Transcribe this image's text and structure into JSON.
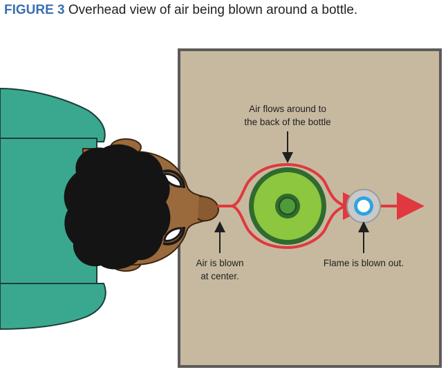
{
  "figure": {
    "label": "FIGURE 3",
    "title": "Overhead view of air being blown around a bottle."
  },
  "annotations": {
    "top_line1": "Air flows around to",
    "top_line2": "the back of the bottle",
    "left_line1": "Air is blown",
    "left_line2": "at center.",
    "right": "Flame is blown out."
  },
  "colors": {
    "board": "#c7b99f",
    "board_border": "#5b5b5b",
    "airflow": "#e0383e",
    "bottle_outer": "#2f6b2f",
    "bottle_fill": "#8dc63f",
    "shirt": "#3aa88f",
    "skin": "#9a6a3c",
    "hair": "#141414",
    "flame_glow": "#2fa3e0"
  }
}
